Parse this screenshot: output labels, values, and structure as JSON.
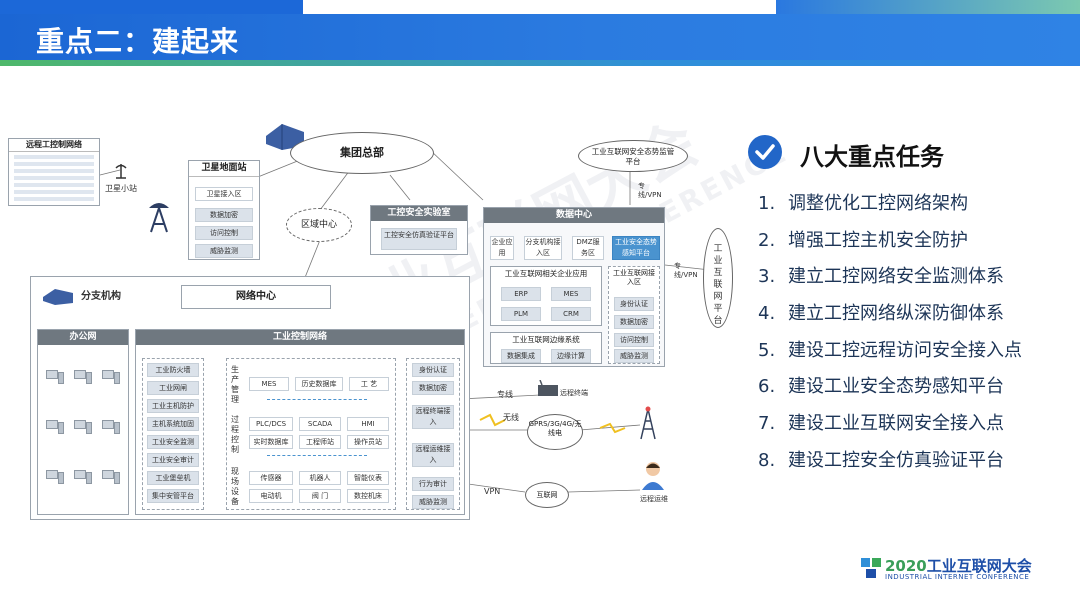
{
  "header": {
    "title": "重点二：建起来"
  },
  "watermark": {
    "line1": "2020 工业互联网大会",
    "line2": "INDUSTRIAL INTERNET CONFERENCE"
  },
  "diagram": {
    "remote_network": {
      "title": "远程工控制网络"
    },
    "satellite_small_station": "卫星小站",
    "satellite_ground": {
      "title": "卫星地面站",
      "items": [
        "卫星接入区",
        "数据加密",
        "访问控制",
        "威胁监测"
      ]
    },
    "group_hq": "集团总部",
    "region_center": "区域中心",
    "security_lab": {
      "title": "工控安全实验室",
      "item": "工控安全仿真验证平台"
    },
    "situation_platform": "工业互联网安全态势监管平台",
    "dedicated_vpn_top": "专线/VPN",
    "data_center": {
      "title": "数据中心",
      "top_items": [
        "企业应用",
        "分支机构接入区",
        "DMZ服务区",
        "工业安全态势感知平台"
      ],
      "enterprise_app": {
        "title": "工业互联网相关企业应用",
        "items": [
          "ERP",
          "MES",
          "PLM",
          "CRM"
        ]
      },
      "edge_system": {
        "title": "工业互联网边缘系统",
        "items": [
          "数据集成",
          "边缘计算"
        ]
      },
      "access_zone": {
        "title": "工业互联网接入区",
        "items": [
          "身份认证",
          "数据加密",
          "访问控制",
          "威胁监测"
        ]
      }
    },
    "dedicated_vpn_right": "专线/VPN",
    "iiot_platform": "工业互联网平台",
    "branch": {
      "title": "分支机构",
      "network_center": "网络中心",
      "office": {
        "title": "办公网"
      },
      "ics": {
        "title": "工业控制网络",
        "security_items": [
          "工业防火墙",
          "工业网闸",
          "工业主机防护",
          "主机系统加固",
          "工业安全监测",
          "工业安全审计",
          "工业堡垒机",
          "集中安管平台"
        ],
        "layers": [
          {
            "label": "生产管理",
            "items": [
              "MES",
              "历史数据库",
              "工 艺"
            ]
          },
          {
            "label": "过程控制",
            "items": [
              "PLC/DCS",
              "SCADA",
              "HMI",
              "实时数据库",
              "工程师站",
              "操作员站"
            ]
          },
          {
            "label": "现场设备",
            "items": [
              "传感器",
              "机器人",
              "智能仪表",
              "电动机",
              "阀 门",
              "数控机床"
            ]
          }
        ],
        "remote_items": [
          "身份认证",
          "数据加密",
          "远程终端接入",
          "远程运维接入",
          "行为审计",
          "威胁监测"
        ]
      }
    },
    "links": {
      "dedicated": "专线",
      "wireless": "无线",
      "vpn": "VPN"
    },
    "remote_terminal": "远程终端",
    "gprs": "GPRS/3G/4G/无线电",
    "internet": "互联网",
    "remote_ops": "远程运维"
  },
  "tasks": {
    "title": "八大重点任务",
    "items": [
      {
        "num": "1.",
        "text": "调整优化工控网络架构"
      },
      {
        "num": "2.",
        "text": "增强工控主机安全防护"
      },
      {
        "num": "3.",
        "text": "建立工控网络安全监测体系"
      },
      {
        "num": "4.",
        "text": "建立工控网络纵深防御体系"
      },
      {
        "num": "5.",
        "text": "建设工控远程访问安全接入点"
      },
      {
        "num": "6.",
        "text": "建设工业安全态势感知平台"
      },
      {
        "num": "7.",
        "text": "建设工业互联网安全接入点"
      },
      {
        "num": "8.",
        "text": "建设工控安全仿真验证平台"
      }
    ]
  },
  "footer": {
    "logo_year": "2020",
    "logo_name": "工业互联网大会",
    "logo_sub": "INDUSTRIAL INTERNET CONFERENCE"
  },
  "colors": {
    "banner": "#1b66d4",
    "accent_green": "#4fb86a",
    "check": "#2266c8",
    "chip_blue": "#4a93cf",
    "header_gray": "#6f7880"
  }
}
